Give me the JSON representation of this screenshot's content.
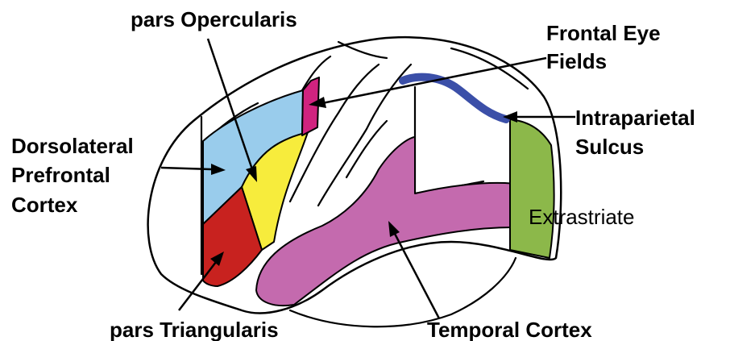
{
  "labels": {
    "pars_opercularis": "pars Opercularis",
    "frontal_eye_line1": "Frontal Eye",
    "frontal_eye_line2": "Fields",
    "intraparietal_line1": "Intraparietal",
    "intraparietal_line2": "Sulcus",
    "dlpfc_line1": "Dorsolateral",
    "dlpfc_line2": "Prefrontal",
    "dlpfc_line3": "Cortex",
    "extrastriate": "Extrastriate",
    "pars_triangularis": "pars Triangularis",
    "temporal_cortex": "Temporal Cortex"
  },
  "colors": {
    "dorsolateral_prefrontal": "#99ccec",
    "pars_opercularis": "#f7ec3c",
    "pars_triangularis": "#c8221f",
    "frontal_eye_fields": "#d0237f",
    "intraparietal_sulcus": "#3b4fa8",
    "temporal_cortex": "#c46aae",
    "extrastriate": "#8cb84a"
  }
}
